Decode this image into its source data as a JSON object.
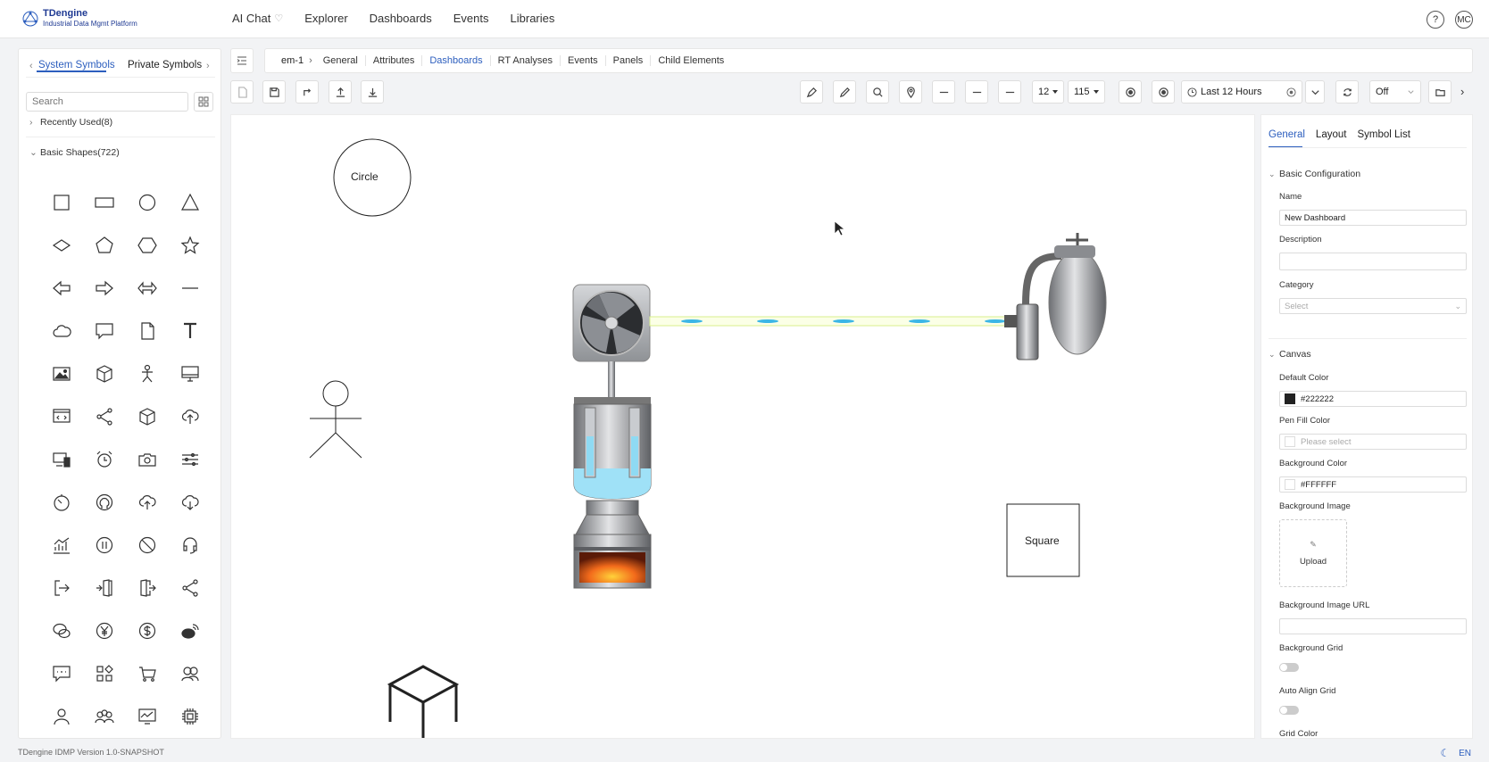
{
  "app": {
    "name": "TDengine",
    "subtitle": "Industrial Data Mgmt Platform"
  },
  "nav": {
    "items": [
      {
        "label": "AI Chat",
        "icon": "trophy-icon"
      },
      {
        "label": "Explorer"
      },
      {
        "label": "Dashboards"
      },
      {
        "label": "Events"
      },
      {
        "label": "Libraries"
      }
    ]
  },
  "user": {
    "help": "?",
    "avatar": "MC"
  },
  "symbols": {
    "tabs": [
      "System Symbols",
      "Private Symbols"
    ],
    "search_placeholder": "Search",
    "groups": {
      "recent": "Recently Used(8)",
      "basic": "Basic Shapes(722)"
    },
    "shapes": [
      "square-icon",
      "rectangle-icon",
      "circle-icon",
      "triangle-icon",
      "diamond-icon",
      "pentagon-icon",
      "hexagon-icon",
      "star-icon",
      "arrow-left-icon",
      "arrow-right-icon",
      "double-arrow-icon",
      "line-icon",
      "cloud-icon",
      "speech-bubble-icon",
      "document-icon",
      "text-icon",
      "image-icon",
      "cube-icon",
      "person-icon",
      "monitor-icon",
      "code-icon",
      "share-icon",
      "box-icon",
      "cloud-upload-icon",
      "devices-icon",
      "alarm-clock-icon",
      "camera-icon",
      "sliders-icon",
      "timer-icon",
      "github-icon",
      "upload-cloud-icon",
      "download-cloud-icon",
      "chart-icon",
      "pause-icon",
      "ban-icon",
      "headset-icon",
      "logout-icon",
      "door-icon",
      "exit-icon",
      "share-alt-icon",
      "wechat-icon",
      "yen-icon",
      "dollar-icon",
      "weibo-icon",
      "comment-icon",
      "apps-icon",
      "cart-icon",
      "team-icon",
      "user-icon",
      "users-icon",
      "dashboard-icon",
      "chip-icon"
    ]
  },
  "breadcrumb": {
    "root": "em-1",
    "items": [
      "General",
      "Attributes",
      "Dashboards",
      "RT Analyses",
      "Events",
      "Panels",
      "Child Elements"
    ],
    "active": "Dashboards"
  },
  "toolbar": {
    "font_size": "12",
    "zoom": "115",
    "time_range": "Last 12 Hours",
    "refresh": "Off"
  },
  "canvas": {
    "circle_label": "Circle",
    "square_label": "Square"
  },
  "properties": {
    "tabs": [
      "General",
      "Layout",
      "Symbol List"
    ],
    "basic_title": "Basic Configuration",
    "name_label": "Name",
    "name_value": "New Dashboard",
    "desc_label": "Description",
    "category_label": "Category",
    "category_placeholder": "Select",
    "canvas_title": "Canvas",
    "default_color_label": "Default Color",
    "default_color": "#222222",
    "pen_fill_label": "Pen Fill Color",
    "pen_fill_placeholder": "Please select",
    "bg_color_label": "Background Color",
    "bg_color": "#FFFFFF",
    "bg_image_label": "Background Image",
    "upload_label": "Upload",
    "bg_url_label": "Background Image URL",
    "bg_grid_label": "Background Grid",
    "auto_align_label": "Auto Align Grid",
    "grid_color_label": "Grid Color"
  },
  "footer": {
    "version": "TDengine IDMP Version 1.0-SNAPSHOT",
    "lang": "EN"
  }
}
